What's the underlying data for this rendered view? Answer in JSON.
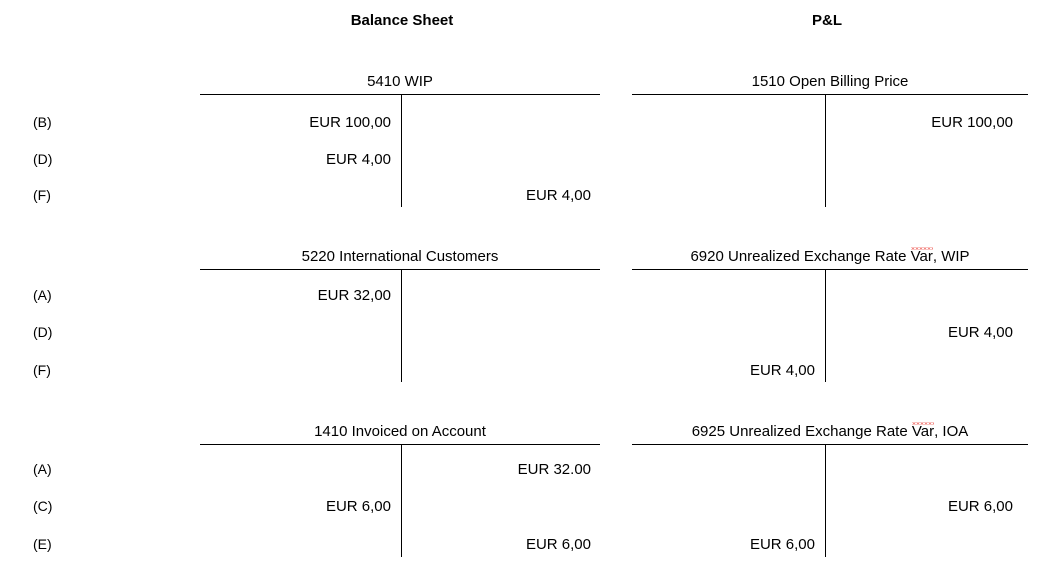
{
  "headers": {
    "balance_sheet": "Balance Sheet",
    "profit_and_loss": "P&L"
  },
  "blocks": [
    {
      "row_labels": [
        "(B)",
        "(D)",
        "(F)"
      ],
      "left_account": {
        "title": "5410 WIP",
        "entries": [
          {
            "ref": "(B)",
            "debit": "EUR 100,00",
            "credit": ""
          },
          {
            "ref": "(D)",
            "debit": "EUR 4,00",
            "credit": ""
          },
          {
            "ref": "(F)",
            "debit": "",
            "credit": "EUR 4,00"
          }
        ]
      },
      "right_account": {
        "title": "1510 Open Billing Price",
        "title_misspelled_word": "",
        "entries": [
          {
            "ref": "(B)",
            "debit": "",
            "credit": "EUR 100,00"
          },
          {
            "ref": "(D)",
            "debit": "",
            "credit": ""
          },
          {
            "ref": "(F)",
            "debit": "",
            "credit": ""
          }
        ]
      }
    },
    {
      "row_labels": [
        "(A)",
        "(D)",
        "(F)"
      ],
      "left_account": {
        "title": "5220 International Customers",
        "entries": [
          {
            "ref": "(A)",
            "debit": "EUR 32,00",
            "credit": ""
          },
          {
            "ref": "(D)",
            "debit": "",
            "credit": ""
          },
          {
            "ref": "(F)",
            "debit": "",
            "credit": ""
          }
        ]
      },
      "right_account": {
        "title_prefix": "6920 Unrealized Exchange Rate ",
        "title_misspelled_word": "Var",
        "title_suffix": ", WIP",
        "title": "6920 Unrealized Exchange Rate Var, WIP",
        "entries": [
          {
            "ref": "(A)",
            "debit": "",
            "credit": ""
          },
          {
            "ref": "(D)",
            "debit": "",
            "credit": "EUR 4,00"
          },
          {
            "ref": "(F)",
            "debit": "EUR 4,00",
            "credit": ""
          }
        ]
      }
    },
    {
      "row_labels": [
        "(A)",
        "(C)",
        "(E)"
      ],
      "left_account": {
        "title": "1410 Invoiced on Account",
        "entries": [
          {
            "ref": "(A)",
            "debit": "",
            "credit": "EUR 32.00"
          },
          {
            "ref": "(C)",
            "debit": "EUR 6,00",
            "credit": ""
          },
          {
            "ref": "(E)",
            "debit": "",
            "credit": "EUR 6,00"
          }
        ]
      },
      "right_account": {
        "title_prefix": "6925 Unrealized Exchange Rate ",
        "title_misspelled_word": "Var",
        "title_suffix": ", IOA",
        "title": "6925 Unrealized Exchange Rate Var, IOA",
        "entries": [
          {
            "ref": "(A)",
            "debit": "",
            "credit": ""
          },
          {
            "ref": "(C)",
            "debit": "",
            "credit": "EUR 6,00"
          },
          {
            "ref": "(E)",
            "debit": "EUR 6,00",
            "credit": ""
          }
        ]
      }
    }
  ],
  "colors": {
    "rule": "#000000",
    "text": "#000000",
    "spellcheck_underline": "#e8130a",
    "background": "#ffffff"
  }
}
